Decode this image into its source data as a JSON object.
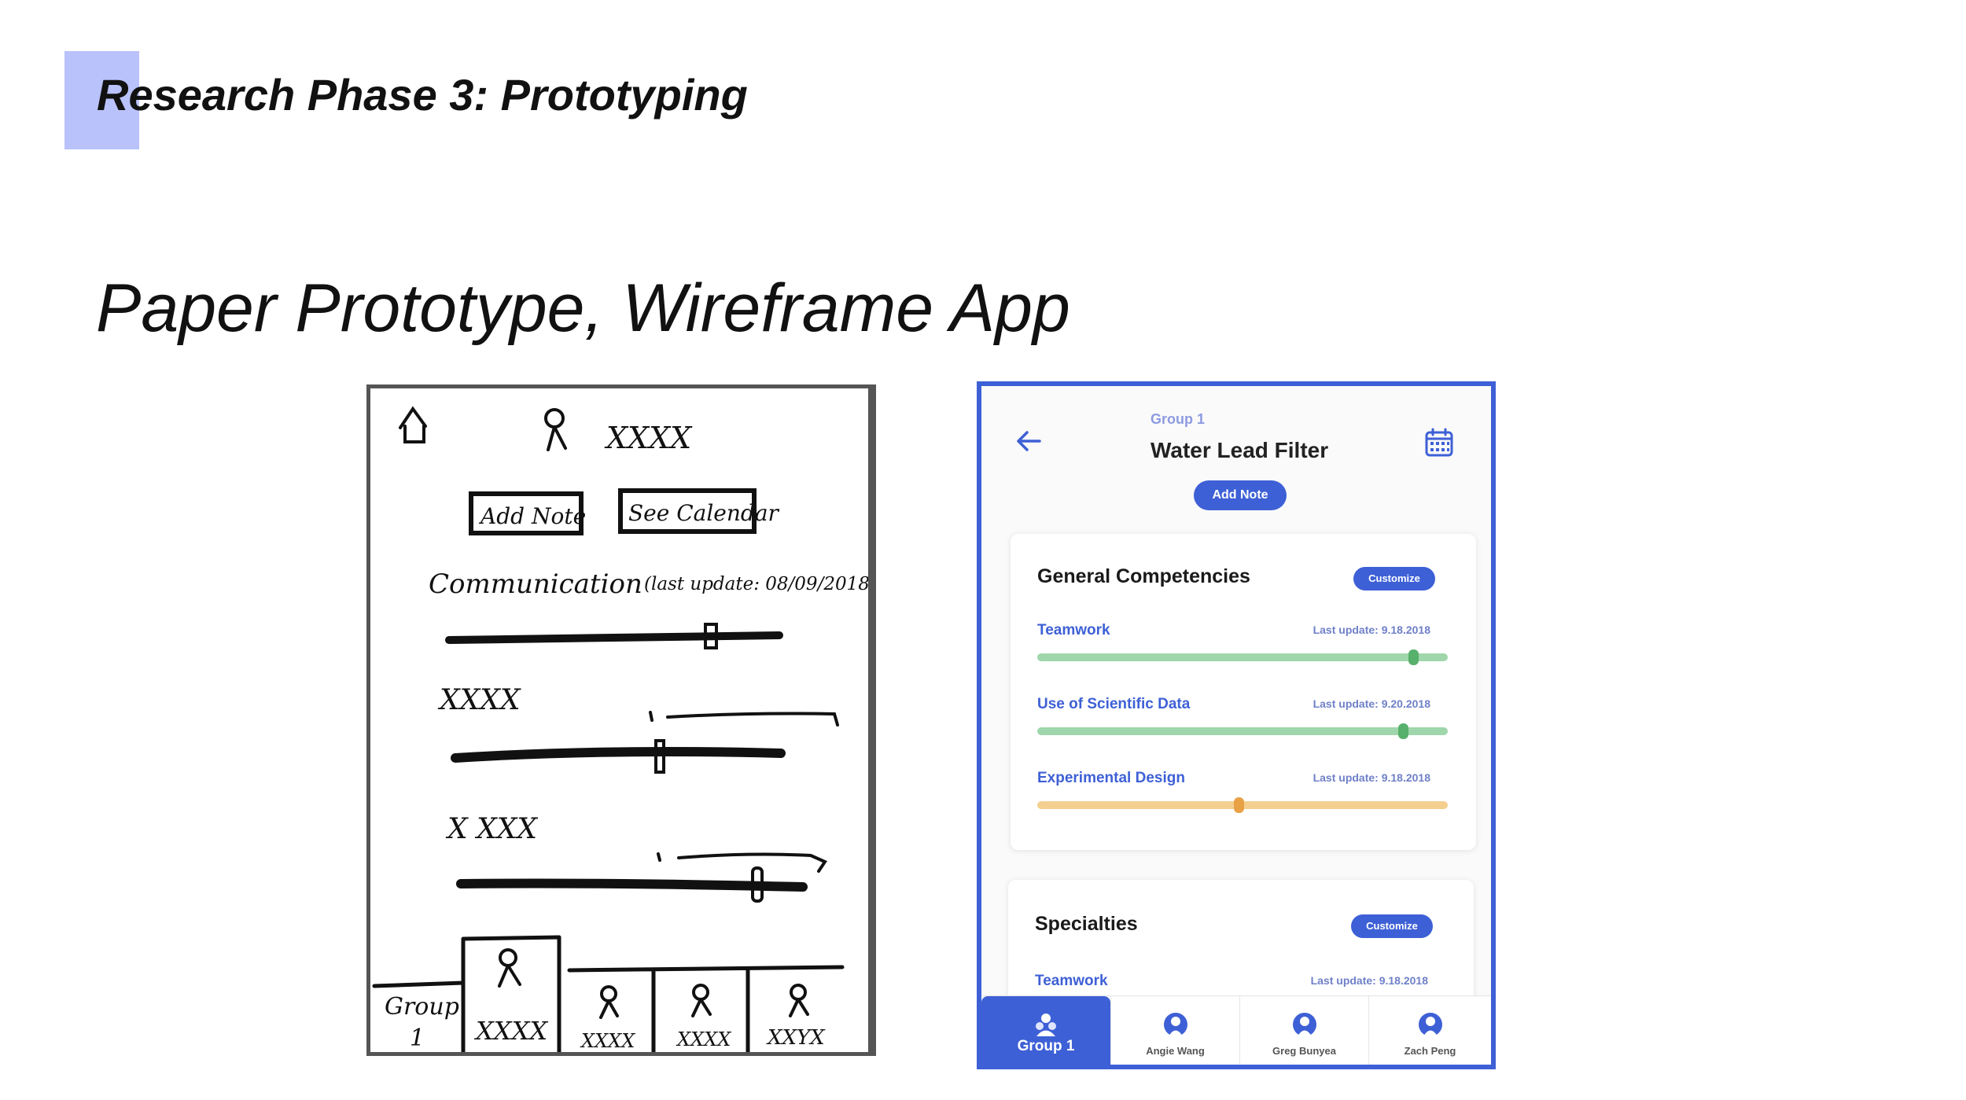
{
  "slide": {
    "phase_title": "Research Phase 3: Prototyping",
    "section_title": "Paper Prototype, Wireframe App"
  },
  "sketch": {
    "name_placeholder": "XXXX",
    "add_note": "Add Note",
    "see_calendar": "See Calendar",
    "section_label": "Communication",
    "last_update": "(last update: 08/09/2018)",
    "row2_label": "XXXX",
    "row3_label": "X XXX",
    "tab_group": "Group",
    "tab_group_num": "1",
    "tab_names": [
      "XXXX",
      "XXXX",
      "XXXX",
      "XXYX"
    ]
  },
  "app": {
    "group_label": "Group 1",
    "title": "Water Lead Filter",
    "add_note": "Add Note",
    "colors": {
      "accent": "#3e60d6",
      "green": "#9fd6ab",
      "orange": "#f4cf8f"
    },
    "general": {
      "title": "General Competencies",
      "customize": "Customize",
      "metrics": [
        {
          "name": "Teamwork",
          "update": "Last update: 9.18.2018",
          "level": 0.915,
          "status": "green"
        },
        {
          "name": "Use of Scientific Data",
          "update": "Last update: 9.20.2018",
          "level": 0.89,
          "status": "green"
        },
        {
          "name": "Experimental Design",
          "update": "Last update: 9.18.2018",
          "level": 0.49,
          "status": "orange"
        }
      ]
    },
    "specialties": {
      "title": "Specialties",
      "customize": "Customize",
      "metrics": [
        {
          "name": "Teamwork",
          "update": "Last update: 9.18.2018"
        }
      ]
    },
    "tabs": [
      {
        "label": "Group 1",
        "icon": "group-icon",
        "active": true
      },
      {
        "label": "Angie Wang",
        "icon": "user-icon",
        "active": false
      },
      {
        "label": "Greg Bunyea",
        "icon": "user-icon",
        "active": false
      },
      {
        "label": "Zach Peng",
        "icon": "user-icon",
        "active": false
      }
    ]
  }
}
